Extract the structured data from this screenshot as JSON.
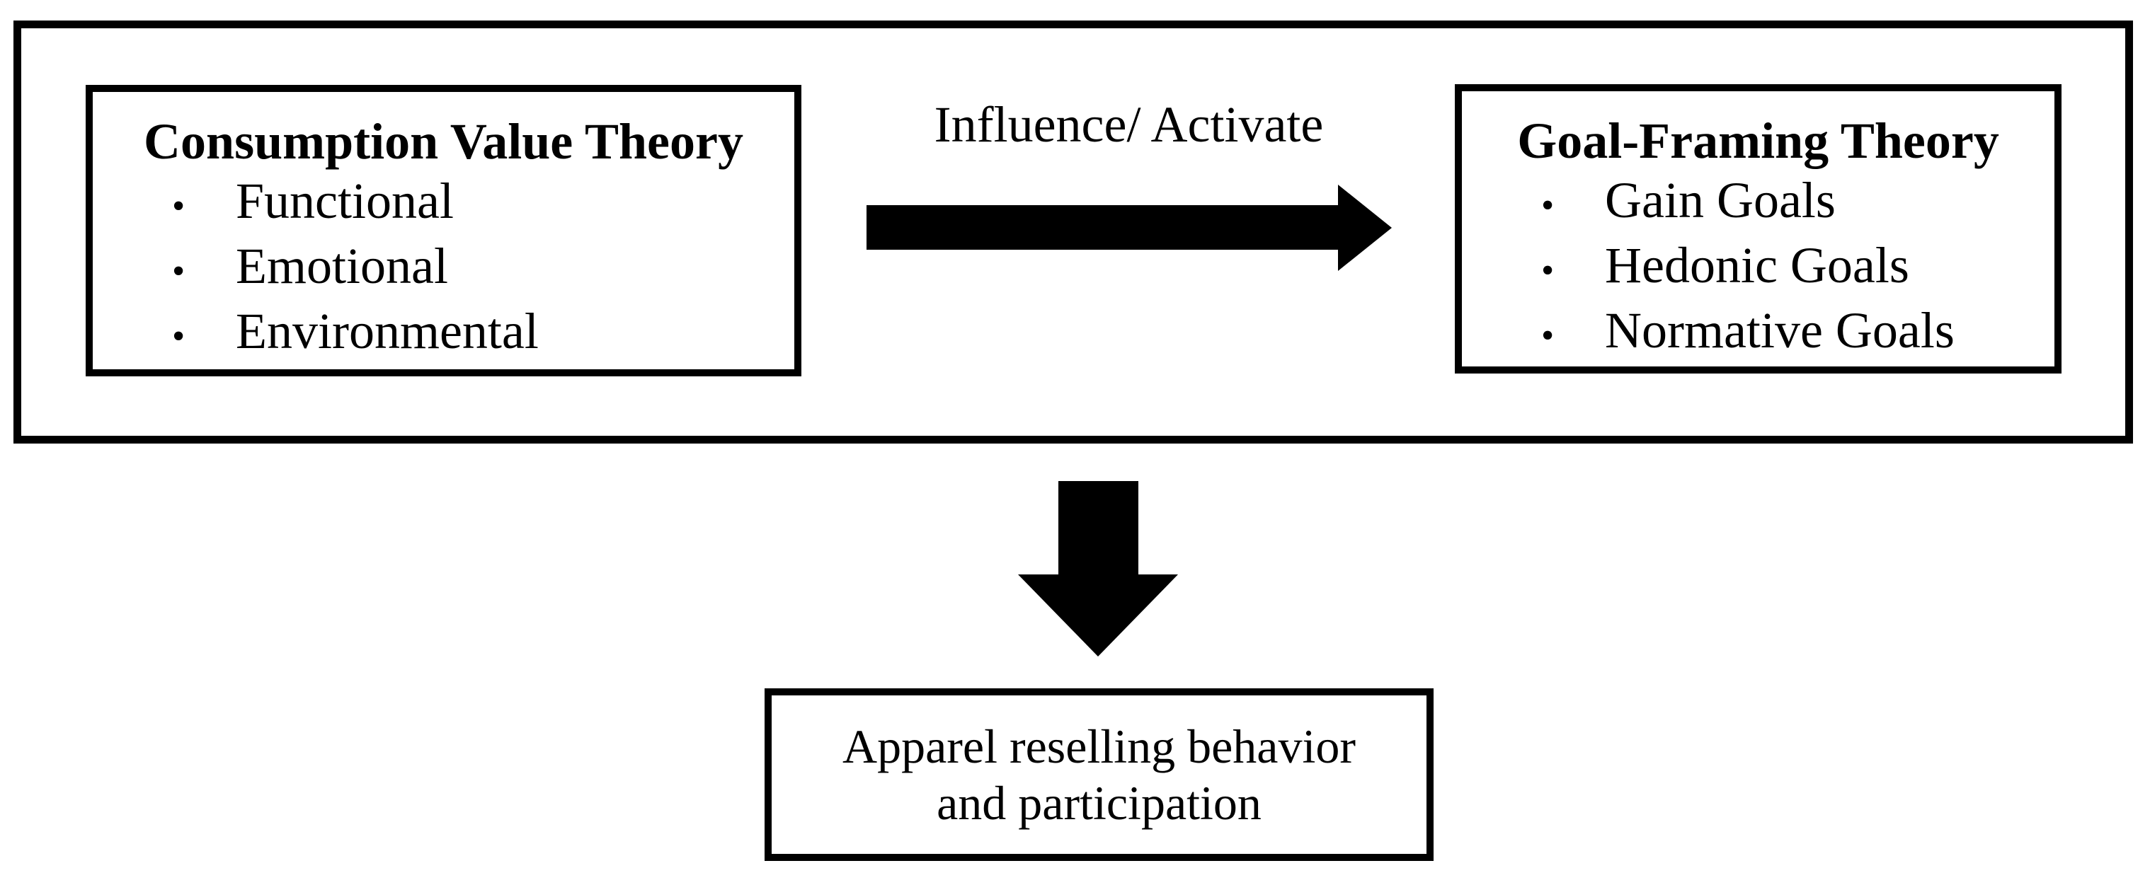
{
  "colors": {
    "background": "#ffffff",
    "ink": "#000000"
  },
  "bullet_char": "•",
  "left_box": {
    "title": "Consumption Value Theory",
    "items": [
      "Functional",
      "Emotional",
      "Environmental"
    ]
  },
  "arrow_label": "Influence/ Activate",
  "right_box": {
    "title": "Goal-Framing Theory",
    "items": [
      "Gain Goals",
      "Hedonic Goals",
      "Normative Goals"
    ]
  },
  "outcome_box": {
    "line1": "Apparel reselling behavior",
    "line2": "and participation"
  }
}
